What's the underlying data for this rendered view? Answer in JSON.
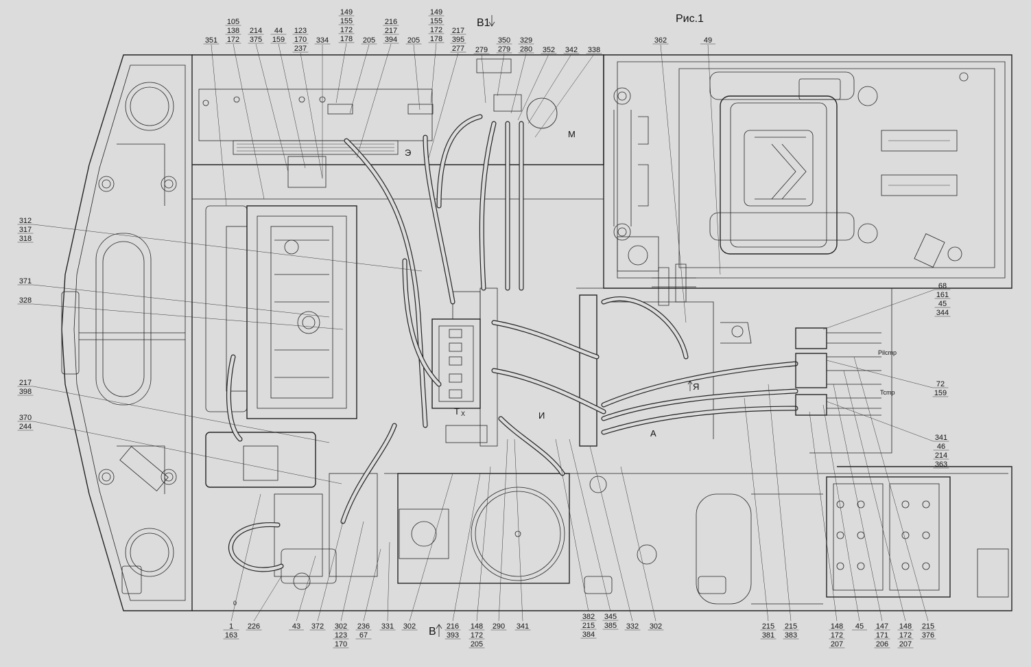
{
  "figure_title": "Рис.1",
  "labels": {
    "top": [
      {
        "id": "t351",
        "lines": [
          "351"
        ]
      },
      {
        "id": "t105",
        "lines": [
          "105",
          "138",
          "172"
        ]
      },
      {
        "id": "t214",
        "lines": [
          "214",
          "375"
        ]
      },
      {
        "id": "t44",
        "lines": [
          "44",
          "159"
        ]
      },
      {
        "id": "t123",
        "lines": [
          "123",
          "170",
          "237"
        ]
      },
      {
        "id": "t334",
        "lines": [
          "334"
        ]
      },
      {
        "id": "t149a",
        "lines": [
          "149",
          "155",
          "172",
          "178"
        ]
      },
      {
        "id": "t205a",
        "lines": [
          "205"
        ]
      },
      {
        "id": "t216",
        "lines": [
          "216",
          "217",
          "394"
        ]
      },
      {
        "id": "t205b",
        "lines": [
          "205"
        ]
      },
      {
        "id": "t149b",
        "lines": [
          "149",
          "155",
          "172",
          "178"
        ]
      },
      {
        "id": "t217",
        "lines": [
          "217",
          "395",
          "277"
        ]
      },
      {
        "id": "t279a",
        "lines": [
          "279"
        ]
      },
      {
        "id": "t350",
        "lines": [
          "350",
          "279"
        ]
      },
      {
        "id": "t329",
        "lines": [
          "329",
          "280"
        ]
      },
      {
        "id": "t352",
        "lines": [
          "352"
        ]
      },
      {
        "id": "t342",
        "lines": [
          "342"
        ]
      },
      {
        "id": "t338",
        "lines": [
          "338"
        ]
      },
      {
        "id": "t362",
        "lines": [
          "362"
        ]
      },
      {
        "id": "t49",
        "lines": [
          "49"
        ]
      }
    ],
    "left": [
      {
        "id": "l312",
        "lines": [
          "312",
          "317",
          "318"
        ]
      },
      {
        "id": "l371",
        "lines": [
          "371"
        ]
      },
      {
        "id": "l328",
        "lines": [
          "328"
        ]
      },
      {
        "id": "l217",
        "lines": [
          "217",
          "398"
        ]
      },
      {
        "id": "l370",
        "lines": [
          "370",
          "244"
        ]
      }
    ],
    "right": [
      {
        "id": "r68",
        "lines": [
          "68",
          "161",
          "45",
          "344"
        ]
      },
      {
        "id": "r72",
        "lines": [
          "72",
          "159"
        ]
      },
      {
        "id": "r341",
        "lines": [
          "341",
          "46",
          "214",
          "363"
        ]
      }
    ],
    "bottom": [
      {
        "id": "b1",
        "lines": [
          "1",
          "163"
        ]
      },
      {
        "id": "b226",
        "lines": [
          "226"
        ]
      },
      {
        "id": "b43",
        "lines": [
          "43"
        ]
      },
      {
        "id": "b372",
        "lines": [
          "372"
        ]
      },
      {
        "id": "b302a",
        "lines": [
          "302",
          "123",
          "170"
        ]
      },
      {
        "id": "b236",
        "lines": [
          "236",
          "67"
        ]
      },
      {
        "id": "b331",
        "lines": [
          "331"
        ]
      },
      {
        "id": "b302b",
        "lines": [
          "302"
        ]
      },
      {
        "id": "b216",
        "lines": [
          "216",
          "393"
        ]
      },
      {
        "id": "b148a",
        "lines": [
          "148",
          "172",
          "205"
        ]
      },
      {
        "id": "b290",
        "lines": [
          "290"
        ]
      },
      {
        "id": "b341",
        "lines": [
          "341"
        ]
      },
      {
        "id": "b382",
        "lines": [
          "382",
          "215",
          "384"
        ]
      },
      {
        "id": "b345",
        "lines": [
          "345",
          "385"
        ]
      },
      {
        "id": "b332",
        "lines": [
          "332"
        ]
      },
      {
        "id": "b302c",
        "lines": [
          "302"
        ]
      },
      {
        "id": "b215a",
        "lines": [
          "215",
          "381"
        ]
      },
      {
        "id": "b215b",
        "lines": [
          "215",
          "383"
        ]
      },
      {
        "id": "b148b",
        "lines": [
          "148",
          "172",
          "207"
        ]
      },
      {
        "id": "b45",
        "lines": [
          "45"
        ]
      },
      {
        "id": "b147",
        "lines": [
          "147",
          "171",
          "206"
        ]
      },
      {
        "id": "b148c",
        "lines": [
          "148",
          "172",
          "207"
        ]
      },
      {
        "id": "b215c",
        "lines": [
          "215",
          "376"
        ]
      }
    ]
  },
  "views": {
    "b_top": "В1",
    "b_bottom": "В",
    "letter_m": "М",
    "letter_e": "Э",
    "letter_ya": "Я",
    "letter_a": "А",
    "letter_t": "Т",
    "letter_i": "И",
    "letter_x": "Х",
    "p_label": "Pilcmp",
    "t_label": "Tcmp",
    "zero": "0"
  }
}
